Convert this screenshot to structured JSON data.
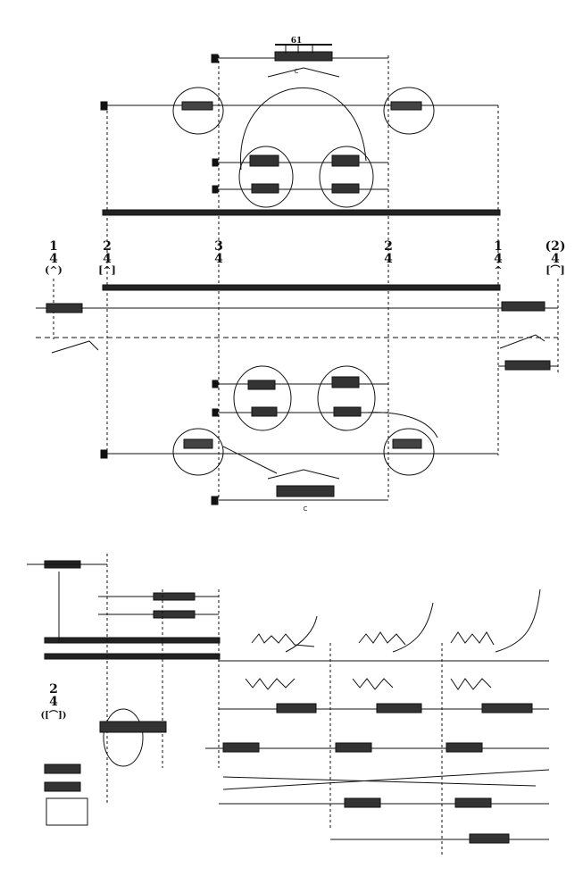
{
  "time_signatures_top": [
    {
      "num": "1",
      "den": "4",
      "mark": "(^)"
    },
    {
      "num": "2",
      "den": "4",
      "mark": "[^]"
    },
    {
      "num": "3",
      "den": "4",
      "mark": ""
    },
    {
      "num": "2",
      "den": "4",
      "mark": ""
    },
    {
      "num": "1",
      "den": "4",
      "mark": "^"
    },
    {
      "num": "(2)",
      "den": "4",
      "mark": "[⌒]"
    }
  ],
  "time_signature_bottom": {
    "num": "2",
    "den": "4",
    "mark": "([⌒])"
  },
  "rehearsal_number": "61",
  "cluster_label_top": "C",
  "cluster_label_bottom": "C"
}
